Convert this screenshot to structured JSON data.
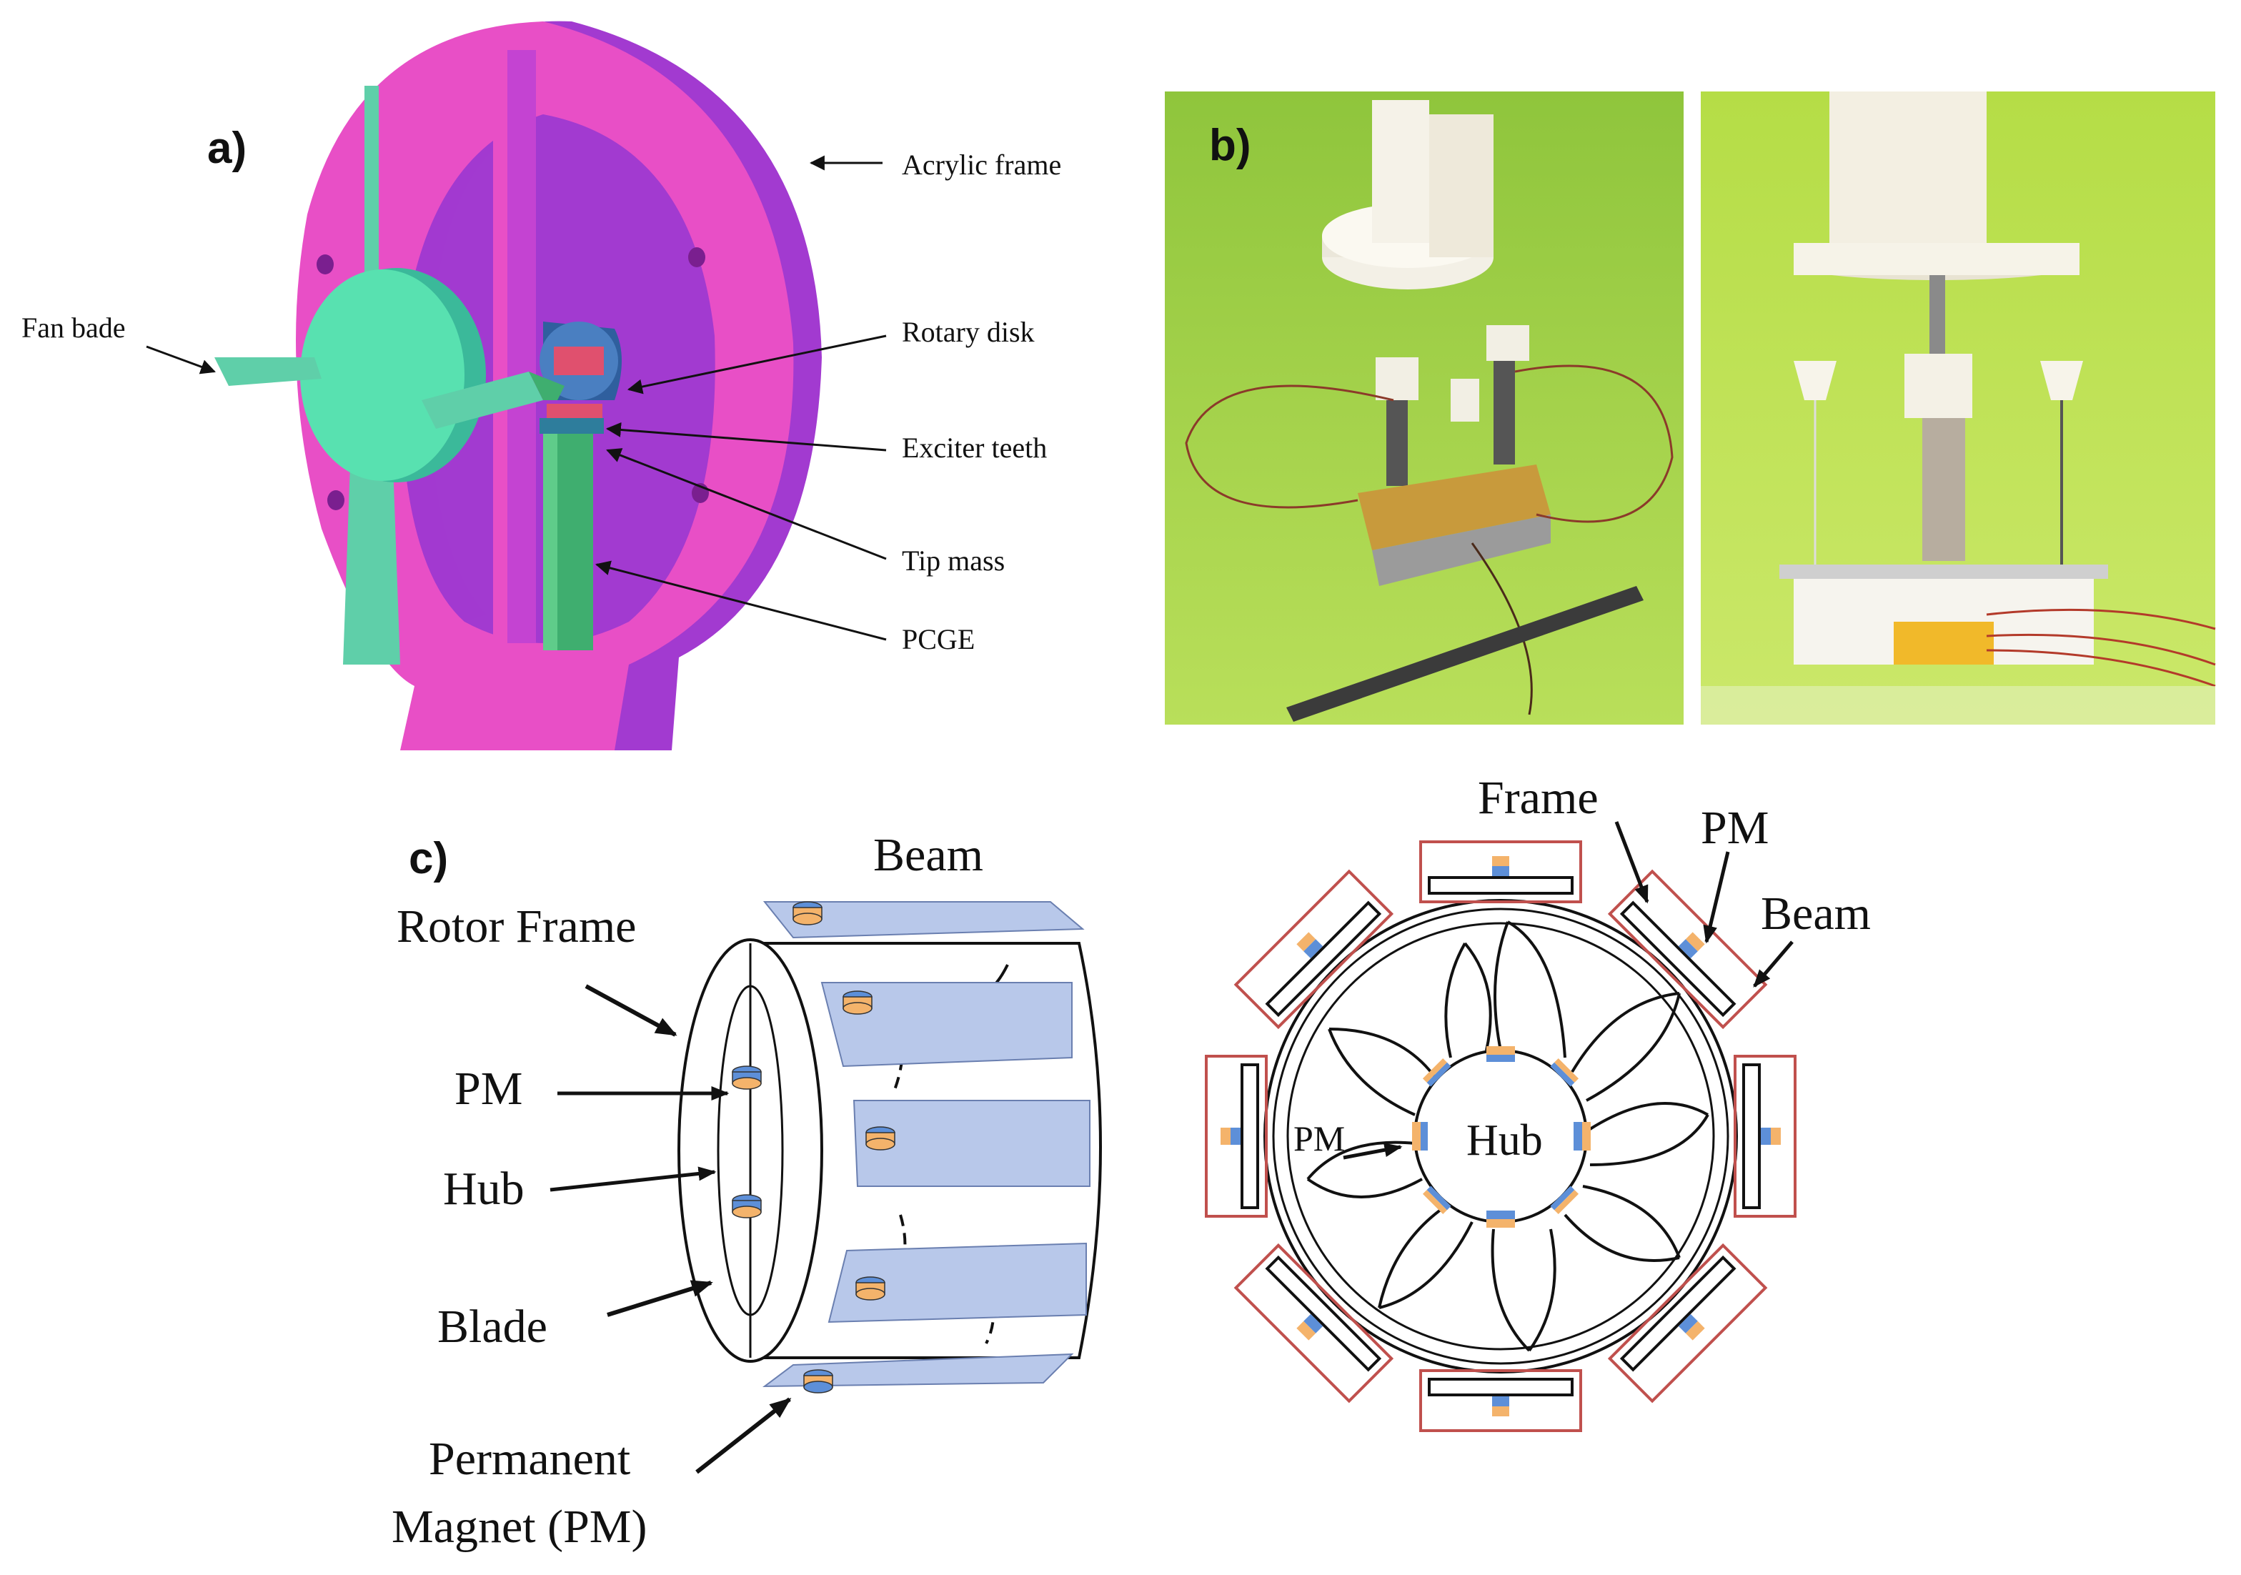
{
  "panel_a": {
    "letter": "a)",
    "labels": {
      "acrylic_frame": "Acrylic frame",
      "fan_blade": "Fan bade",
      "rotary_disk": "Rotary disk",
      "exciter_teeth": "Exciter teeth",
      "tip_mass": "Tip mass",
      "pcge": "PCGE"
    }
  },
  "panel_b": {
    "letter": "b)"
  },
  "panel_c": {
    "letter": "c)",
    "left_labels": {
      "beam": "Beam",
      "rotor_frame": "Rotor Frame",
      "pm": "PM",
      "hub": "Hub",
      "blade": "Blade",
      "permanent_line1": "Permanent",
      "permanent_line2": "Magnet (PM)"
    },
    "right_labels": {
      "frame": "Frame",
      "pm": "PM",
      "beam": "Beam",
      "hub": "Hub",
      "pm_inner": "PM"
    }
  },
  "colors": {
    "frame_magenta": "#e84fc6",
    "frame_purple": "#a23ad0",
    "disk_green": "#58e1b0",
    "beam_green": "#3fae6f",
    "photo_green": "#a7d64a",
    "beam_blue": "#b8c8ea",
    "magnet_orange": "#f4b36b",
    "magnet_blue": "#5d8fd8",
    "box_red": "#c0504d"
  }
}
